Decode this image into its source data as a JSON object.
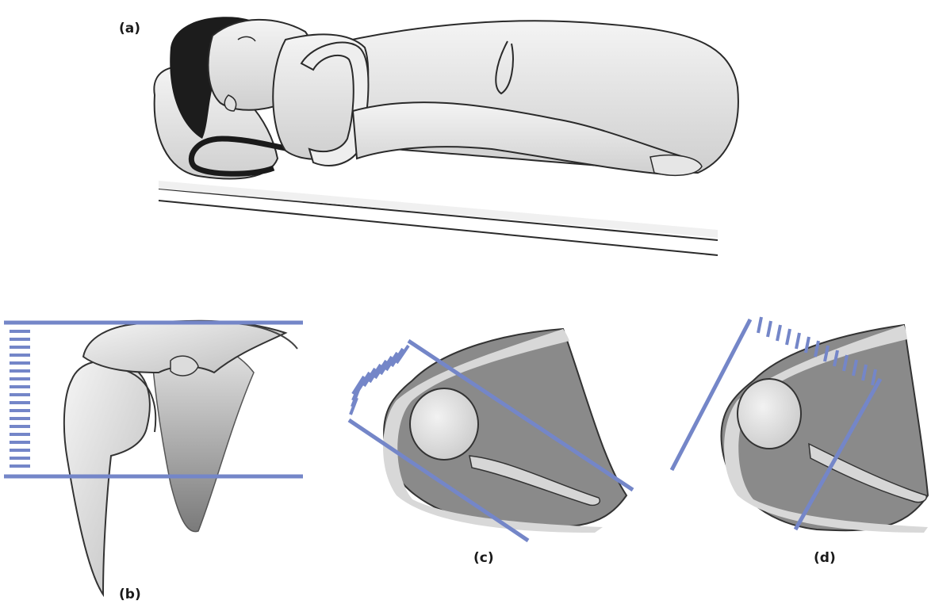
{
  "labels": {
    "a": "(a)",
    "b": "(b)",
    "c": "(c)",
    "d": "(d)"
  },
  "colors": {
    "plane": "#7486c8",
    "outline": "#2a2a2a",
    "skin_light": "#e6e6e6",
    "tissue_dark": "#8a8a8a",
    "bone": "#d9d9d9"
  },
  "icons": [
    "patient-illustration",
    "shoulder-anatomy",
    "axial-section"
  ]
}
